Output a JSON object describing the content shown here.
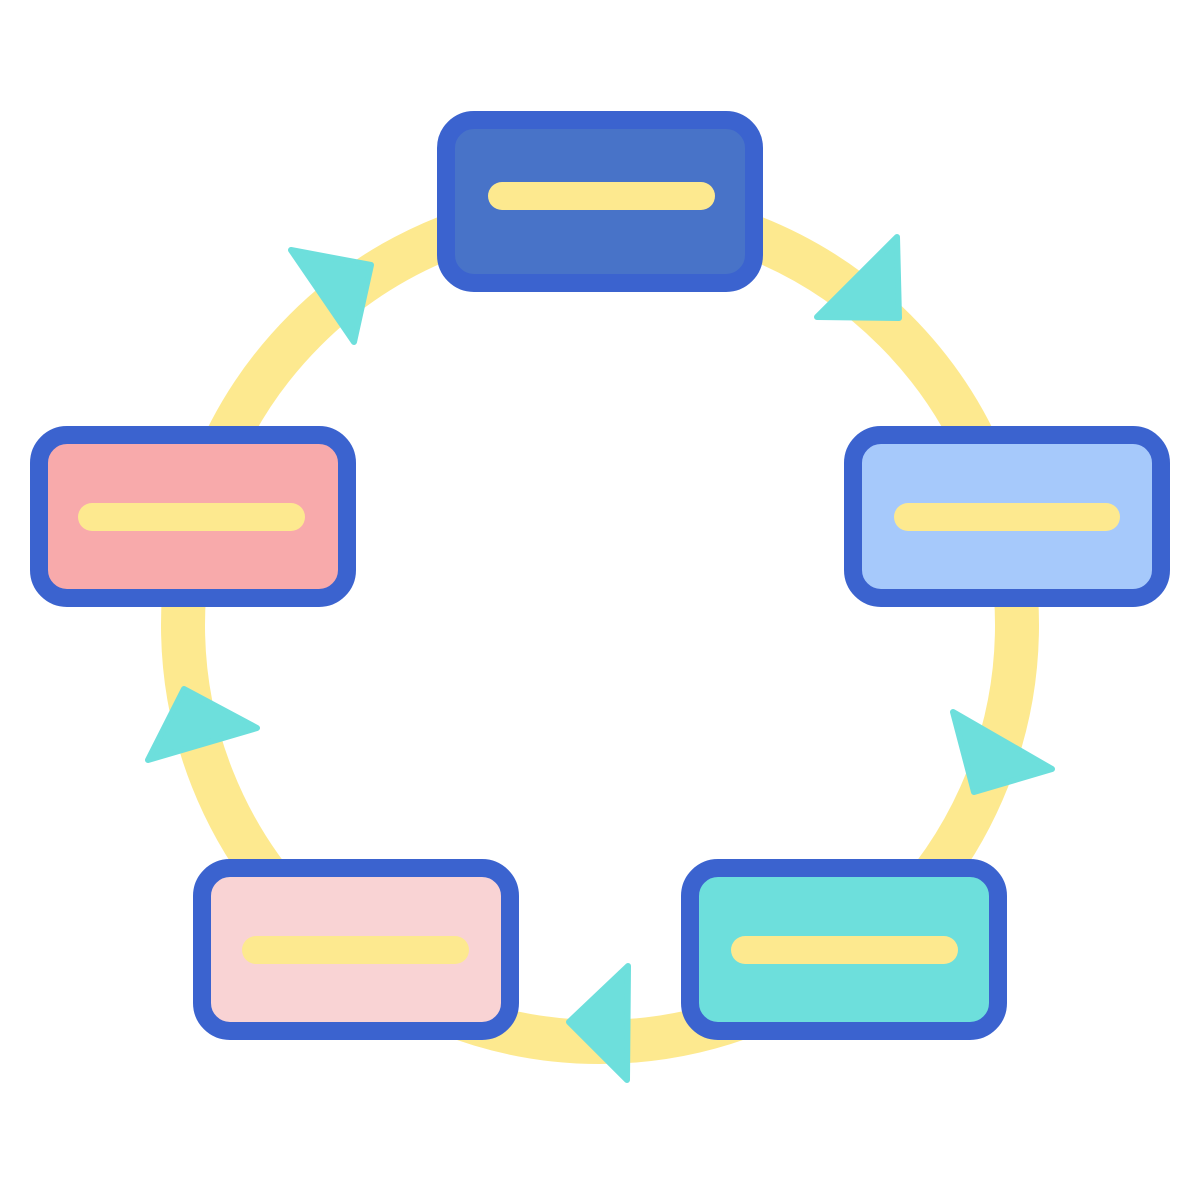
{
  "colors": {
    "background": "#ffffff",
    "ring": "#fde98f",
    "arrow": "#6ddfdc",
    "outline": "#3b63cf",
    "text_bar": "#fde98f"
  },
  "cycle": {
    "nodes": [
      {
        "id": "top",
        "fill": "#4873c8"
      },
      {
        "id": "right",
        "fill": "#a6c9fb"
      },
      {
        "id": "bottom-right",
        "fill": "#6ddfdc"
      },
      {
        "id": "bottom-left",
        "fill": "#f9d3d4"
      },
      {
        "id": "left",
        "fill": "#f8aaab"
      }
    ],
    "arrows": [
      {
        "id": "top-right",
        "direction": "clockwise"
      },
      {
        "id": "right-lower",
        "direction": "clockwise"
      },
      {
        "id": "bottom",
        "direction": "clockwise"
      },
      {
        "id": "left-lower",
        "direction": "clockwise"
      },
      {
        "id": "top-left",
        "direction": "clockwise"
      }
    ]
  }
}
